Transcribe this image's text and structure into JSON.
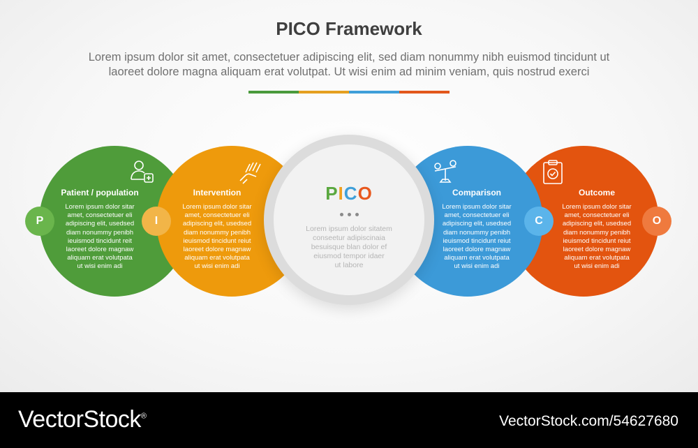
{
  "header": {
    "title": "PICO Framework",
    "subtitle_line1": "Lorem ipsum dolor sit amet, consectetuer adipiscing elit, sed diam nonummy nibh euismod tincidunt ut",
    "subtitle_line2": "laoreet dolore magna aliquam erat volutpat. Ut wisi enim ad minim veniam, quis nostrud exerci",
    "divider_colors": [
      "#4a9a3c",
      "#e5a020",
      "#3f9fd9",
      "#e2571c"
    ]
  },
  "center": {
    "title_letters": [
      {
        "char": "P",
        "color": "#5aa83f"
      },
      {
        "char": "I",
        "color": "#f0a020"
      },
      {
        "char": "C",
        "color": "#3f9fd9"
      },
      {
        "char": "O",
        "color": "#e8581e"
      }
    ],
    "desc_lines": [
      "Lorem ipsum dolor sitatem",
      "conseetur adipiscinaia",
      "besuisque blan dolor ef",
      "eiusmod tempor idaer",
      "ut labore"
    ]
  },
  "items": [
    {
      "letter": "P",
      "label": "Patient / population",
      "icon": "patient-add-icon",
      "color": "#4f9c3a",
      "badge_color": "#6ab54c",
      "desc_lines": [
        "Lorem ipsum dolor sitar",
        "amet, consectetuer eli",
        "adipiscing elit, usedsed",
        "diam nonummy penibh",
        "ieuismod tincidunt reit",
        "laoreet dolore magnaw",
        "aliquam erat volutpata",
        "ut wisi enim adi"
      ]
    },
    {
      "letter": "I",
      "label": "Intervention",
      "icon": "hand-pills-icon",
      "color": "#ee9a0c",
      "badge_color": "#f2b548",
      "desc_lines": [
        "Lorem ipsum dolor sitar",
        "amet, consectetuer eli",
        "adipiscing elit, usedsed",
        "diam nonummy penibh",
        "ieuismod tincidunt reiut",
        "laoreet dolore magnaw",
        "aliquam erat volutpata",
        "ut wisi enim adi"
      ]
    },
    {
      "letter": "C",
      "label": "Comparison",
      "icon": "balance-scale-icon",
      "color": "#3c9ad8",
      "badge_color": "#5bb4ea",
      "desc_lines": [
        "Lorem ipsum dolor sitar",
        "amet, consectetuer eli",
        "adipiscing elit, usedsed",
        "diam nonummy penibh",
        "ieuismod tincidunt reiut",
        "laoreet dolore magnaw",
        "aliquam erat volutpata",
        "ut wisi enim adi"
      ]
    },
    {
      "letter": "O",
      "label": "Outcome",
      "icon": "clipboard-check-icon",
      "color": "#e3540f",
      "badge_color": "#ef7a3e",
      "desc_lines": [
        "Lorem ipsum dolor sitar",
        "amet, consectetuer eli",
        "adipiscing elit, usedsed",
        "diam nonummy penibh",
        "ieuismod tincidunt reiut",
        "laoreet dolore magnaw",
        "aliquam erat volutpata",
        "ut wisi enim adi"
      ]
    }
  ],
  "footer": {
    "brand": "VectorStock",
    "registered": "®",
    "stock_id": "VectorStock.com/54627680"
  }
}
